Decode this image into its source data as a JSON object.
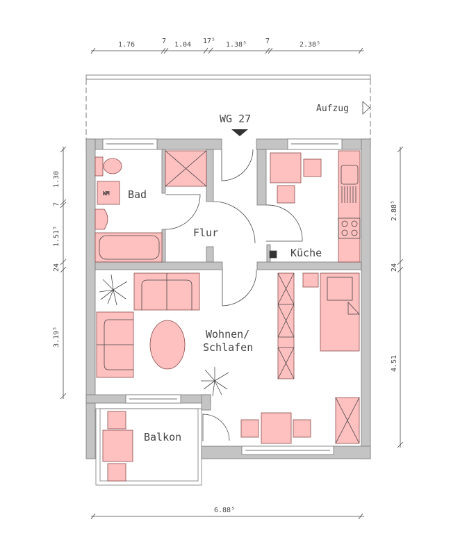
{
  "title": "WG 27",
  "elevator_label": "Aufzug",
  "rooms": {
    "bath": "Bad",
    "hall": "Flur",
    "kitchen": "Küche",
    "living_line1": "Wohnen/",
    "living_line2": "Schlafen",
    "balcony": "Balkon"
  },
  "washer_label": "WM",
  "dimensions": {
    "top": [
      "1.76",
      "7",
      "1.04",
      "17⁵",
      "1.38⁵",
      "7",
      "2.38⁵"
    ],
    "left": [
      "1.30",
      "7",
      "1.51⁵",
      "24",
      "3.19⁵"
    ],
    "right": [
      "2.88⁵",
      "24",
      "4.51"
    ],
    "bottom": "6.88⁵"
  },
  "colors": {
    "furniture": "#ffc0c0",
    "wall": "#c4c4c4"
  }
}
